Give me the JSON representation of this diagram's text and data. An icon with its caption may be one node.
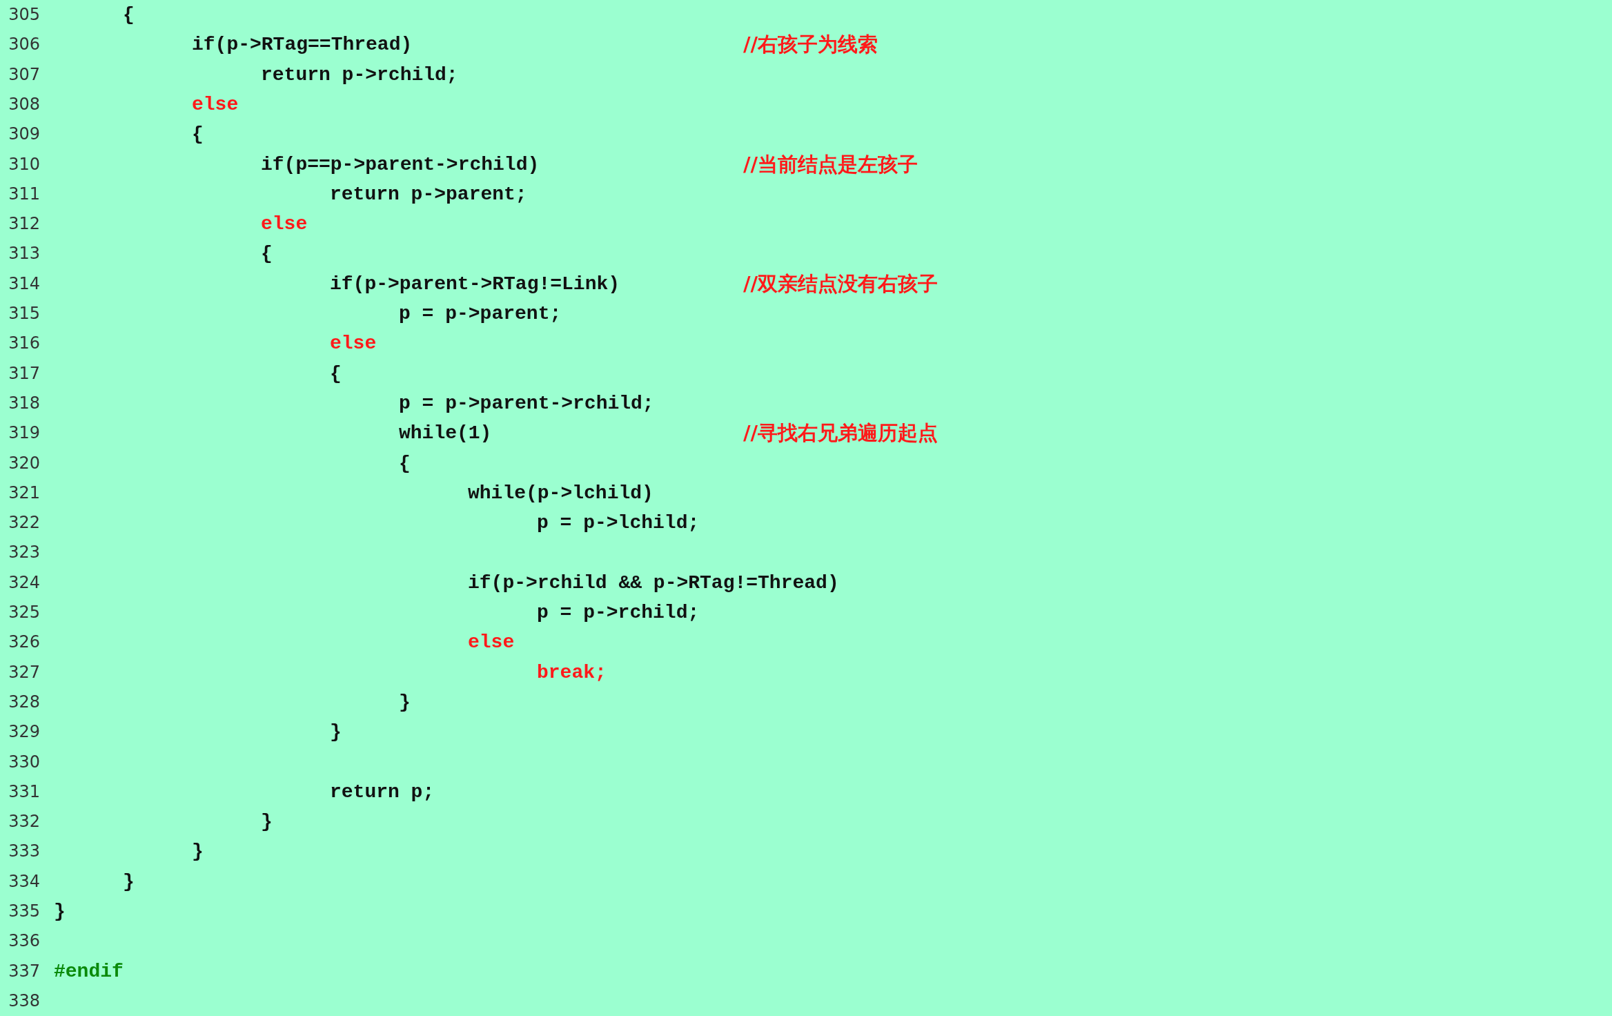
{
  "diagram": {
    "labels": [
      "305",
      "{",
      "306",
      "if(p->RTag==Thread)",
      "//右孩子为线索",
      "307",
      "return p->rchild;",
      "308",
      "else",
      "309",
      "{",
      "310",
      "if(p==p->parent->rchild)",
      "//当前结点是左孩子",
      "311",
      "return p->parent;",
      "312",
      "else",
      "313",
      "{",
      "314",
      "if(p->parent->RTag!=Link)",
      "//双亲结点没有右孩子",
      "315",
      "p = p->parent;",
      "316",
      "else",
      "317",
      "{",
      "318",
      "p = p->parent->rchild;",
      "319",
      "while(1)",
      "//寻找右兄弟遍历起点",
      "320",
      "{",
      "321",
      "while(p->lchild)",
      "322",
      "p = p->lchild;",
      "323",
      "324",
      "if(p->rchild && p->RTag!=Thread)",
      "325",
      "p = p->rchild;",
      "326",
      "else",
      "327",
      "break;",
      "328",
      "}",
      "329",
      "}",
      "330",
      "331",
      "return p;",
      "332",
      "}",
      "333",
      "}",
      "334",
      "}",
      "335",
      "}",
      "336",
      "337",
      "#endif",
      "338"
    ]
  }
}
